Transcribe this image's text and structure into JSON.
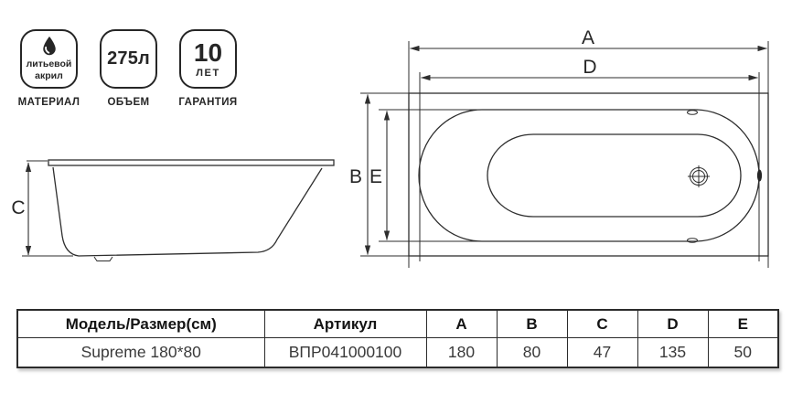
{
  "badges": {
    "material": {
      "line1": "литьевой",
      "line2": "акрил",
      "caption": "МАТЕРИАЛ",
      "icon": "water-drop-icon"
    },
    "volume": {
      "value": "275л",
      "caption": "ОБЪЕМ"
    },
    "warranty": {
      "value": "10",
      "unit": "ЛЕТ",
      "caption": "ГАРАНТИЯ"
    }
  },
  "diagram": {
    "side_view": {
      "dim_c": "C"
    },
    "top_view": {
      "dim_a": "A",
      "dim_b": "B",
      "dim_d": "D",
      "dim_e": "E"
    }
  },
  "spec_table": {
    "headers": [
      "Модель/Размер(см)",
      "Артикул",
      "A",
      "B",
      "C",
      "D",
      "E"
    ],
    "row": {
      "model": "Supreme 180*80",
      "article": "ВПР041000100",
      "a": "180",
      "b": "80",
      "c": "47",
      "d": "135",
      "e": "50"
    }
  },
  "colors": {
    "line": "#2e2e2e",
    "text": "#262626",
    "table_border": "#2b2b2b",
    "background": "#ffffff"
  }
}
